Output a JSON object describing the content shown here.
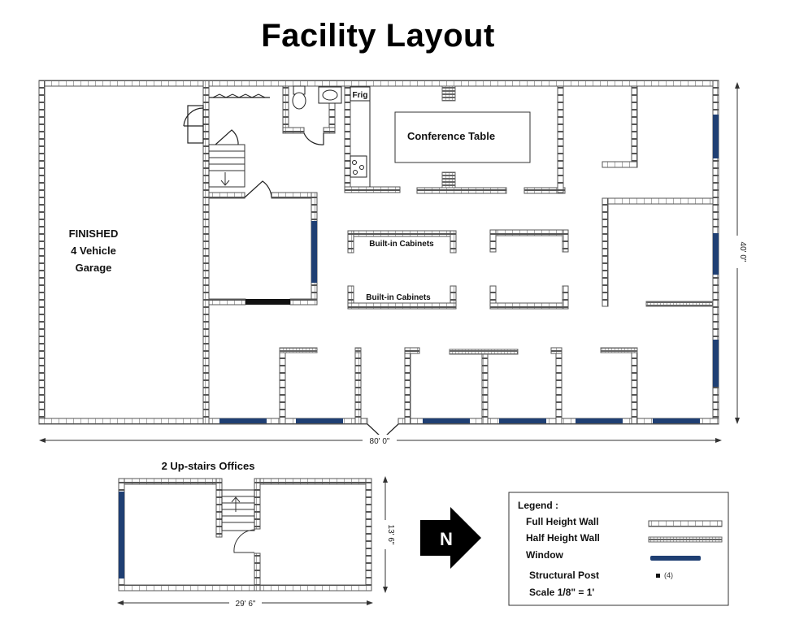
{
  "title": "Facility Layout",
  "labels": {
    "frig": "Frig",
    "conference_table": "Conference Table",
    "garage_line1": "FINISHED",
    "garage_line2": "4 Vehicle",
    "garage_line3": "Garage",
    "cabinets_1": "Built-in Cabinets",
    "cabinets_2": "Built-in Cabinets"
  },
  "dimensions": {
    "main_width": "80' 0\"",
    "main_depth": "40' 0\"",
    "upstairs_width": "29' 6\"",
    "upstairs_depth": "13' 6\""
  },
  "upstairs": {
    "title": "2 Up-stairs Offices"
  },
  "compass": {
    "label": "N"
  },
  "legend": {
    "title": "Legend :",
    "full_wall": "Full Height Wall",
    "half_wall": "Half Height Wall",
    "window": "Window",
    "post": "Structural Post",
    "post_count": "(4)",
    "scale": "Scale  1/8\" = 1'"
  },
  "colors": {
    "window": "#1f3f73",
    "wall": "#555555",
    "post": "#111111"
  }
}
